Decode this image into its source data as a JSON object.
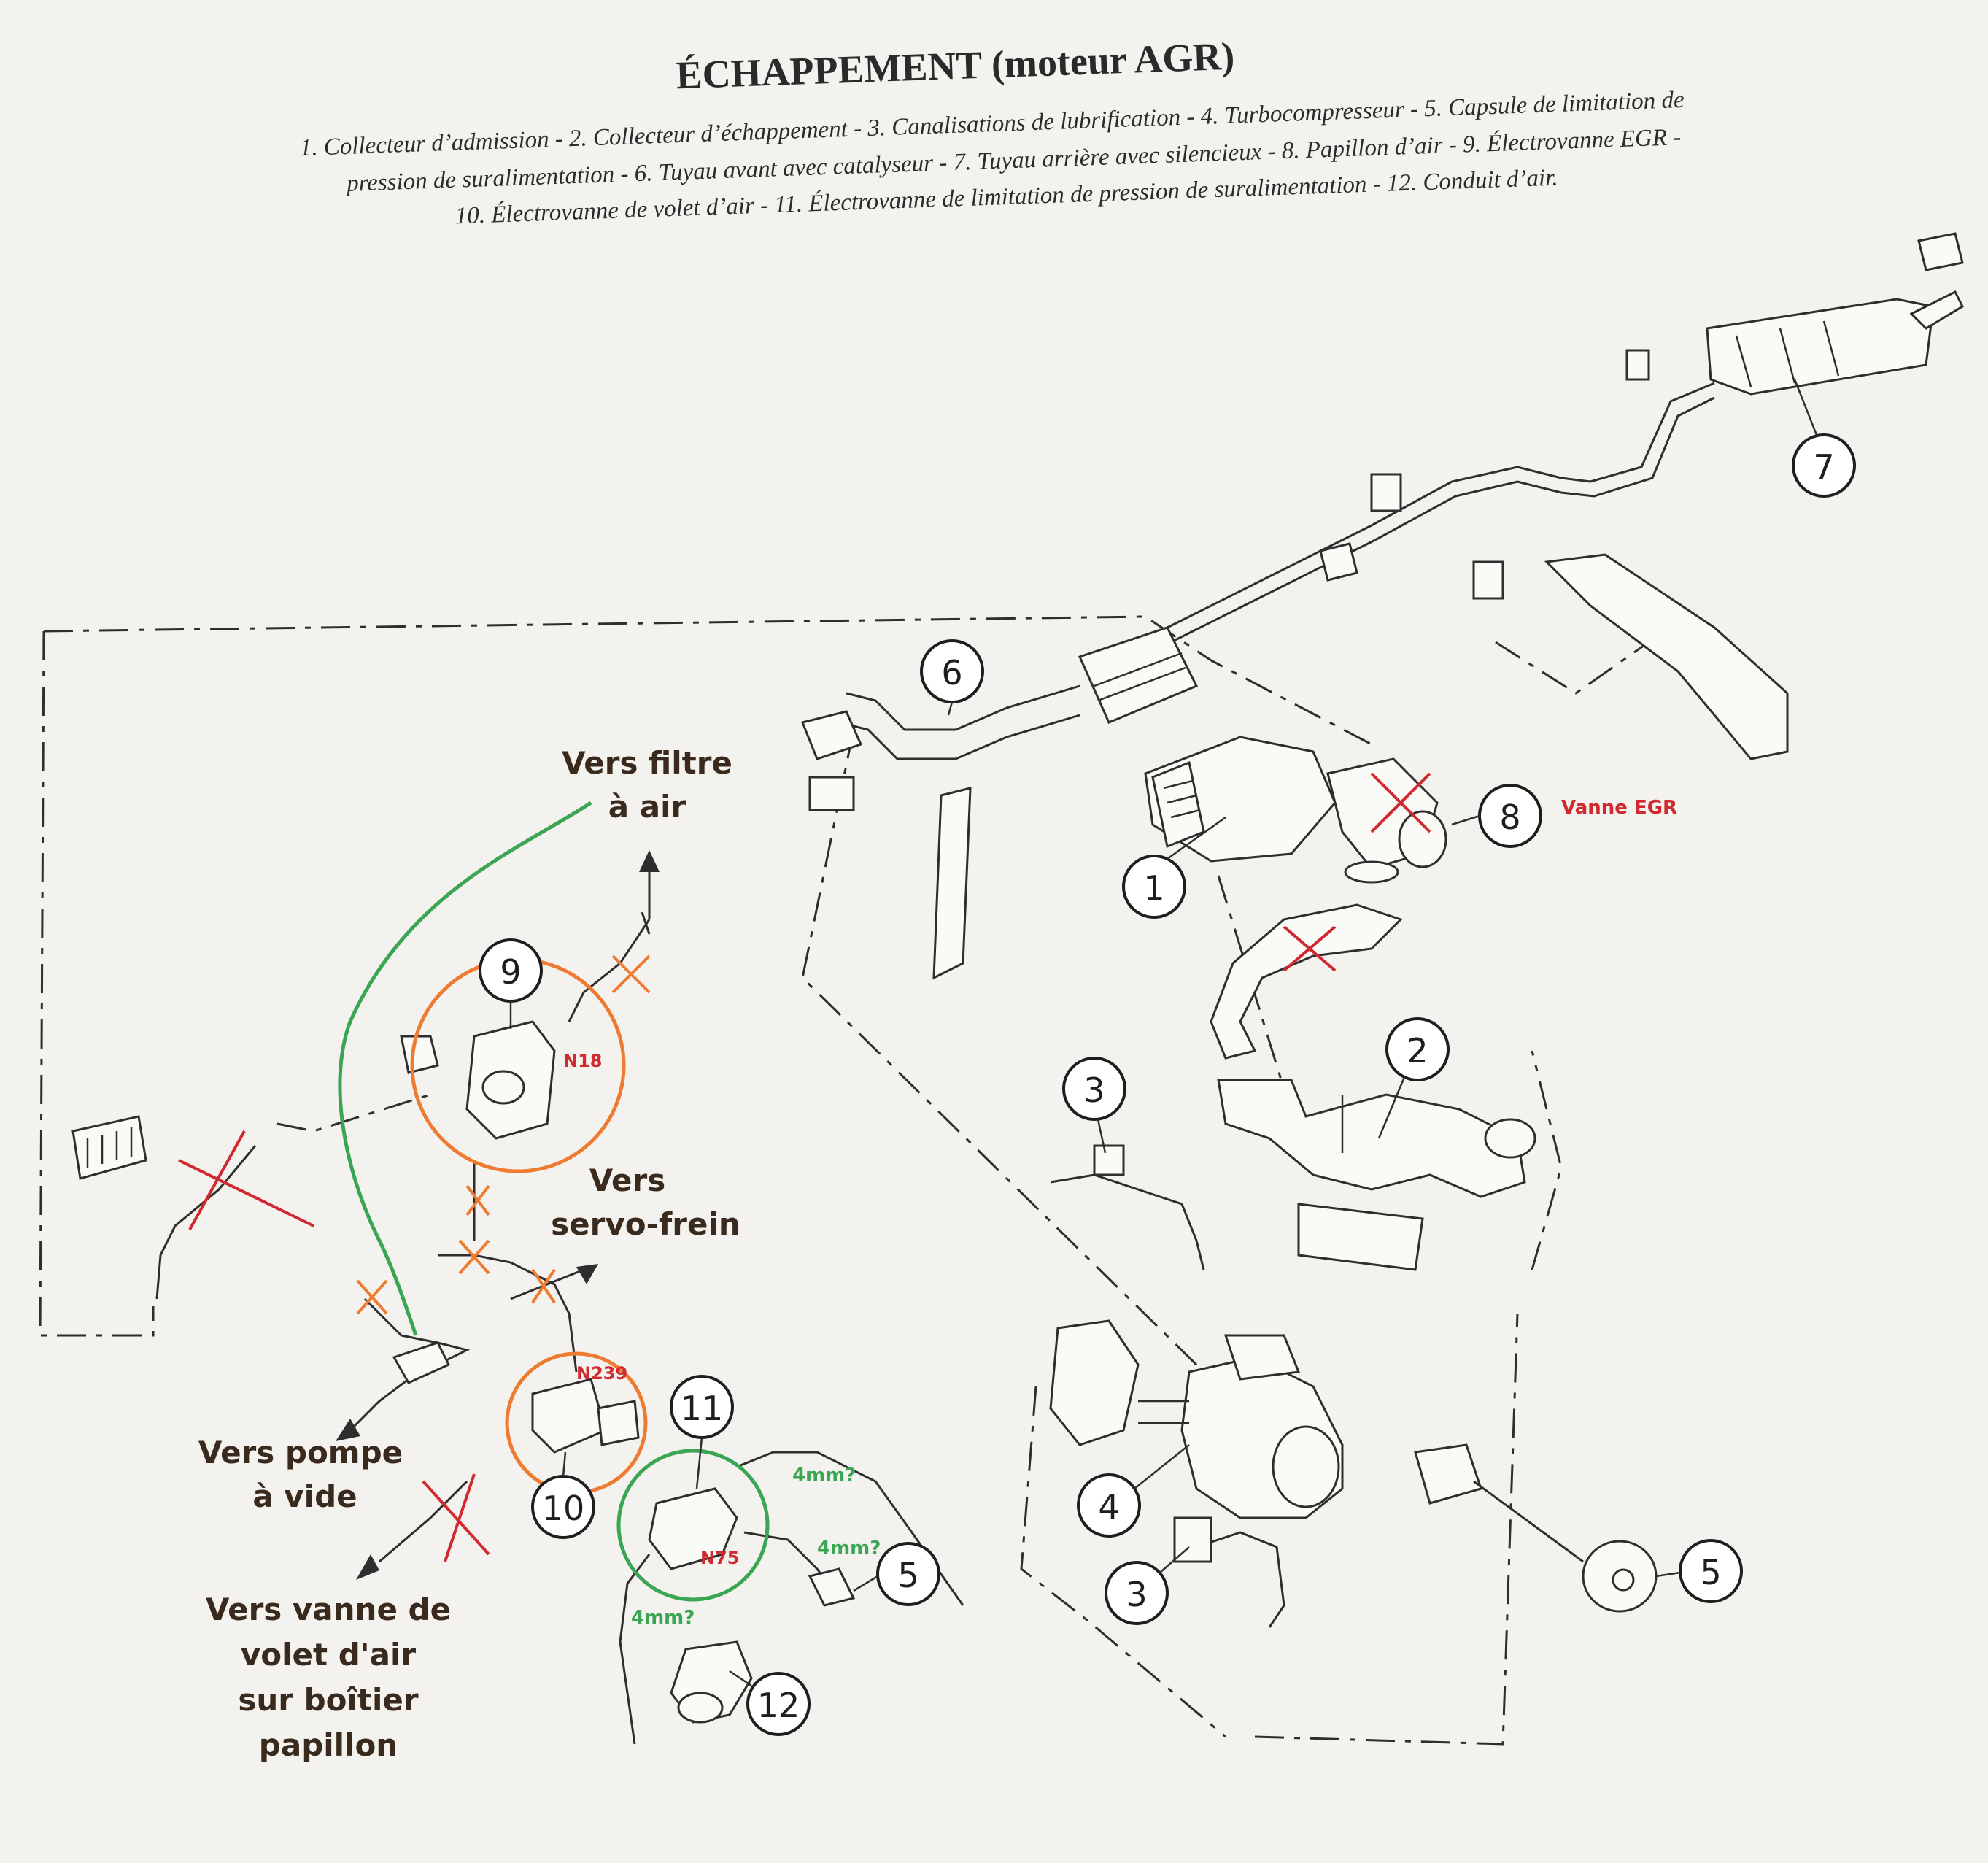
{
  "header": {
    "title": "ÉCHAPPEMENT (moteur AGR)",
    "caption_lines": [
      "1. Collecteur d’admission - 2. Collecteur d’échappement - 3. Canalisations de lubrification - 4. Turbocompresseur - 5. Capsule de limitation de",
      "pression de suralimentation - 6. Tuyau avant avec catalyseur - 7. Tuyau arrière avec silencieux - 8. Papillon d’air - 9. Électrovanne EGR -",
      "10. Électrovanne de volet d’air - 11. Électrovanne de limitation de pression de suralimentation - 12. Conduit d’air."
    ]
  },
  "callouts": {
    "c1": "1",
    "c2": "2",
    "c3a": "3",
    "c3b": "3",
    "c4": "4",
    "c5a": "5",
    "c5b": "5",
    "c6": "6",
    "c7": "7",
    "c8": "8",
    "c9": "9",
    "c10": "10",
    "c11": "11",
    "c12": "12"
  },
  "annotations": {
    "air_filter": [
      "Vers filtre",
      "à air"
    ],
    "brake_servo": [
      "Vers",
      "servo-frein"
    ],
    "vacuum_pump": [
      "Vers pompe",
      "à vide"
    ],
    "air_flap_valve": [
      "Vers vanne de",
      "volet d'air",
      "sur boîtier",
      "papillon"
    ]
  },
  "handwritten": {
    "egr_valve_note": "Vanne EGR",
    "n18": "N18",
    "n239": "N239",
    "n75": "N75",
    "hose_4mm_a": "4mm?",
    "hose_4mm_b": "4mm?",
    "hose_4mm_c": "4mm?"
  },
  "colors": {
    "red_mark": "#d0292f",
    "orange_mark": "#ee7b32",
    "green_mark": "#3aa552",
    "annotation_text": "#3a2a1e"
  }
}
